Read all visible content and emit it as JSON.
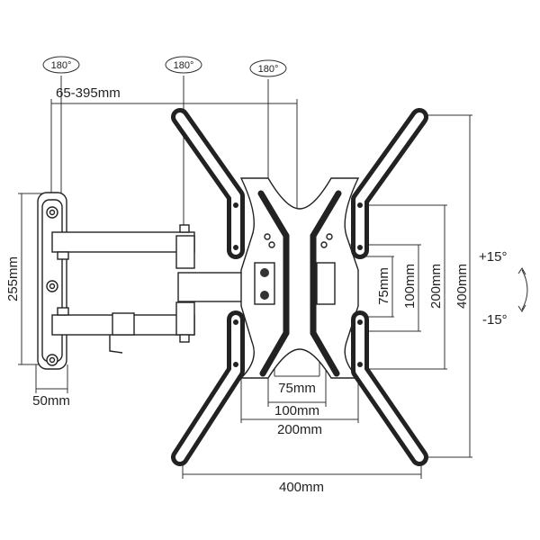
{
  "rotation_labels": [
    "180°",
    "180°",
    "180°"
  ],
  "dimensions": {
    "arm_extension": "65-395mm",
    "wall_plate_height": "255mm",
    "wall_plate_width": "50mm",
    "horizontal": [
      "75mm",
      "100mm",
      "200mm",
      "400mm"
    ],
    "vertical": [
      "75mm",
      "100mm",
      "200mm",
      "400mm"
    ]
  },
  "tilt": {
    "up": "+15°",
    "down": "-15°"
  }
}
